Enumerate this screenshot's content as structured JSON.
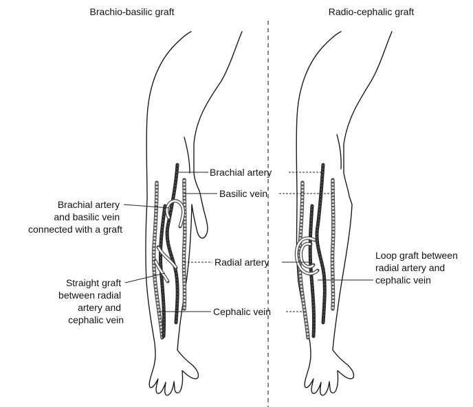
{
  "titles": {
    "left": "Brachio-basilic graft",
    "right": "Radio-cephalic graft"
  },
  "labels": {
    "brachial_artery": "Brachial artery",
    "basilic_vein": "Basilic vein",
    "radial_artery": "Radial artery",
    "cephalic_vein": "Cephalic vein",
    "left_graft": [
      "Brachial artery",
      "and basilic vein",
      "connected with a graft"
    ],
    "straight_graft": [
      "Straight graft",
      "between radial",
      "artery and",
      "cephalic vein"
    ],
    "loop_graft": [
      "Loop graft between",
      "radial artery and",
      "cephalic vein"
    ]
  },
  "icons": {
    "left_arm": "arm-outline-icon",
    "right_arm": "arm-outline-icon"
  }
}
